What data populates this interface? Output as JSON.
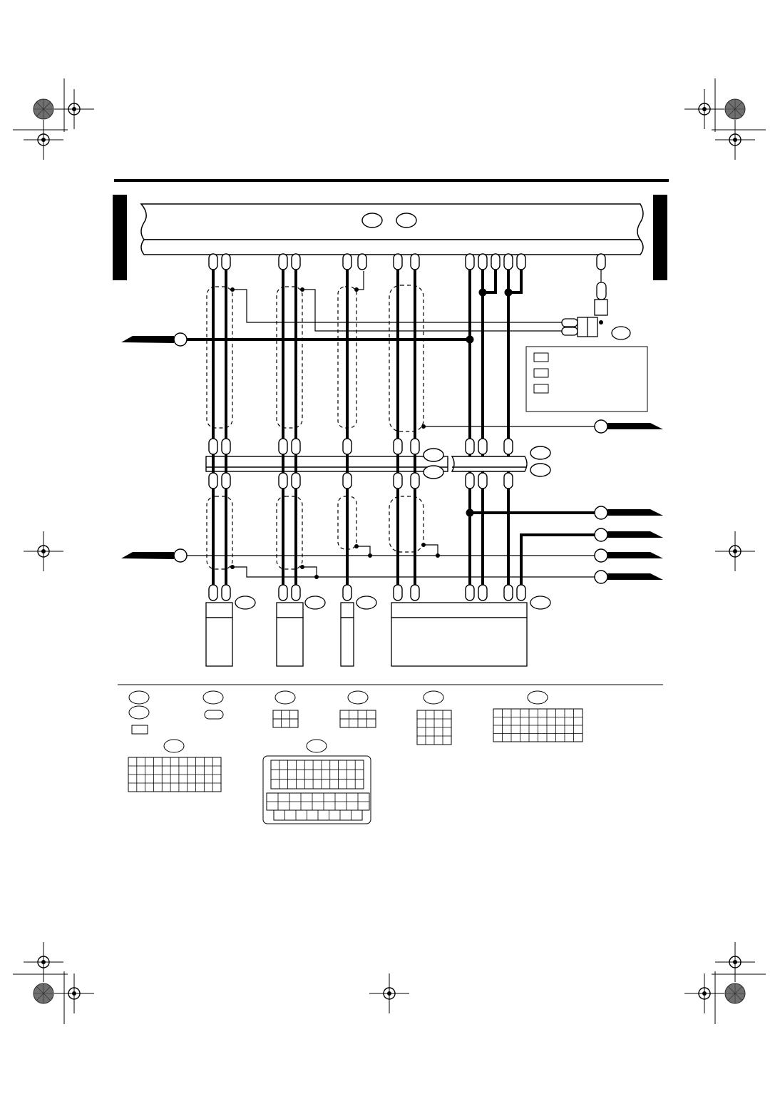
{
  "page": {
    "title": "",
    "text_labels": []
  },
  "diagram": {
    "kind": "wiring diagram",
    "legend_box": {
      "entries": 3
    },
    "harness_columns": 7,
    "connector_tags": 14,
    "ground_terminals": 2,
    "off_page_arrows": 6,
    "connector_face_views": 8
  },
  "colors": {
    "ink": "#000000",
    "halftone": "#6f6f6f",
    "paper": "#ffffff"
  }
}
